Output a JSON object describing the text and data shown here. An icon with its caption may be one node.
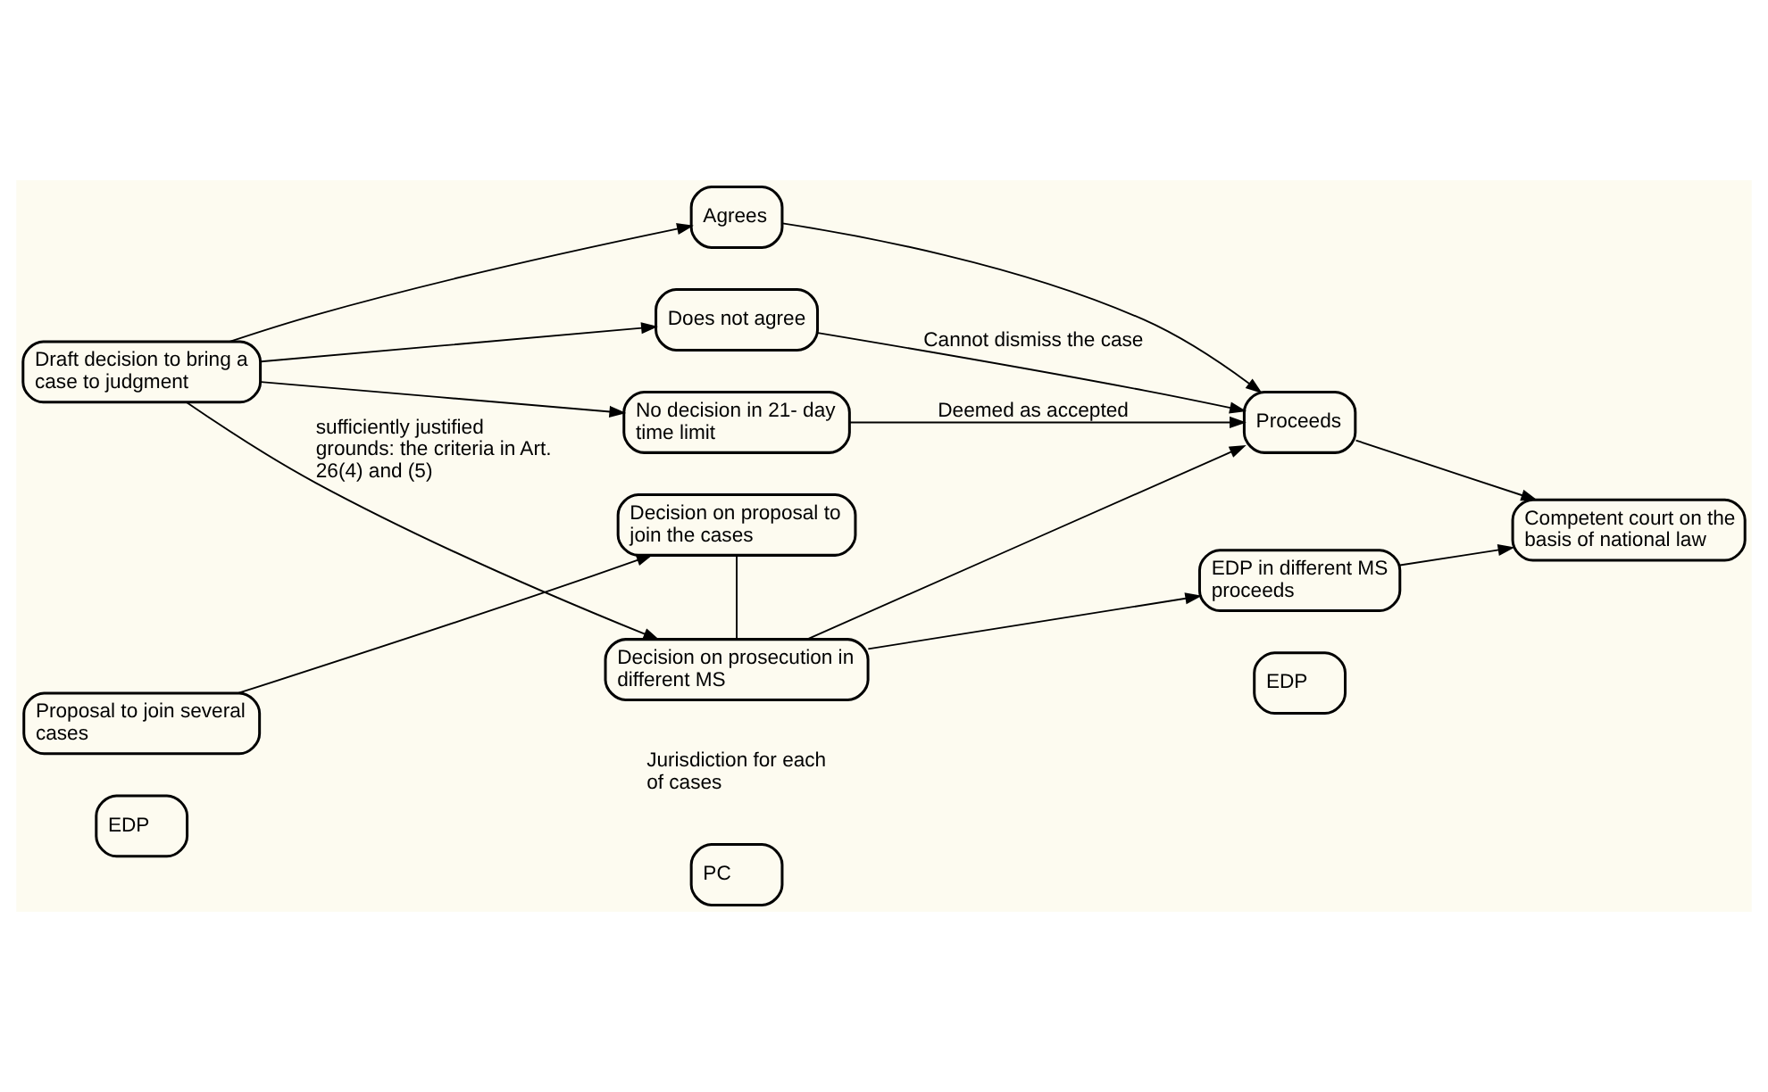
{
  "diagram": {
    "nodes": [
      {
        "text": [
          "EDP"
        ]
      },
      {
        "text": [
          "PC"
        ]
      },
      {
        "text": [
          "EDP"
        ]
      },
      {
        "text": [
          "Draft decision to bring a case to judgment"
        ]
      },
      {
        "text": [
          "Agrees"
        ]
      },
      {
        "text": [
          "Does not agree"
        ]
      },
      {
        "text": [
          "No decision in 21- day time limit"
        ]
      },
      {
        "text": [
          "Proceeds"
        ]
      },
      {
        "text": [
          "Competent court on the basis of national law"
        ]
      },
      {
        "text": [
          "Decision on prosecution in different MS"
        ]
      },
      {
        "text": [
          "EDP in different MS proceeds"
        ]
      },
      {
        "text": [
          "Proposal to join several cases"
        ]
      },
      {
        "text": [
          "Decision on proposal to join the cases"
        ]
      }
    ],
    "edges": [
      {
        "from": 3,
        "to": 4,
        "arrow": "to"
      },
      {
        "from": 3,
        "to": 5,
        "arrow": "to"
      },
      {
        "from": 3,
        "to": 6,
        "arrow": "to"
      },
      {
        "from": 3,
        "to": 9,
        "arrow": "to",
        "label": "sufficiently justified grounds: the criteria in Art. 26(4) and (5)"
      },
      {
        "from": 4,
        "to": 7,
        "arrow": "to"
      },
      {
        "from": 5,
        "to": 7,
        "arrow": "to",
        "label": "Cannot dismiss the case"
      },
      {
        "from": 6,
        "to": 7,
        "arrow": "to",
        "label": "Deemed as accepted"
      },
      {
        "from": 9,
        "to": 7,
        "arrow": "to"
      },
      {
        "from": 9,
        "to": 10,
        "arrow": "to"
      },
      {
        "from": 12,
        "to": 9,
        "arrow": "none"
      },
      {
        "from": 7,
        "to": 8,
        "arrow": "to"
      },
      {
        "from": 10,
        "to": 8,
        "arrow": "to"
      },
      {
        "from": 11,
        "to": 12,
        "arrow": "to"
      }
    ],
    "labels": [
      "Jurisdiction for each of cases"
    ]
  }
}
